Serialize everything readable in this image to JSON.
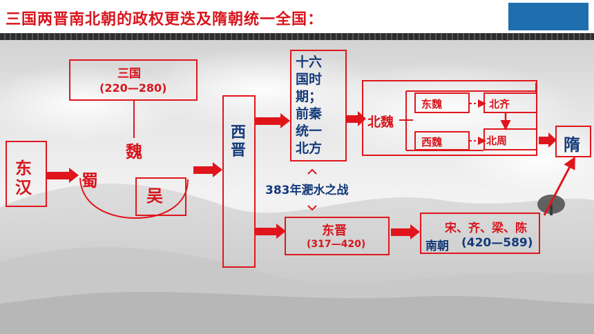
{
  "title": "三国两晋南北朝的政权更迭及隋朝统一全国：",
  "nodes": {
    "sanguo": {
      "name": "三国",
      "years": "(220—280)"
    },
    "donghan": "东汉",
    "wei": "魏",
    "shu": "蜀",
    "wu": "吴",
    "xijin": "西晋",
    "shiliuguo": "十六国时期；前秦统一北方",
    "battle": "383年淝水之战",
    "dongjin": {
      "name": "东晋",
      "years": "(317—420)"
    },
    "beiwei": "北魏",
    "dongwei": "东魏",
    "xiwei": "西魏",
    "beiqi": "北齐",
    "beizhou": "北周",
    "sui": "隋",
    "nanchao": {
      "dynasties": "宋、齐、梁、陈",
      "name": "南朝",
      "years": "(420—589)"
    }
  },
  "colors": {
    "accent": "#d8141c",
    "blue_text": "#143a7a",
    "title_band": "#1f6fae"
  }
}
